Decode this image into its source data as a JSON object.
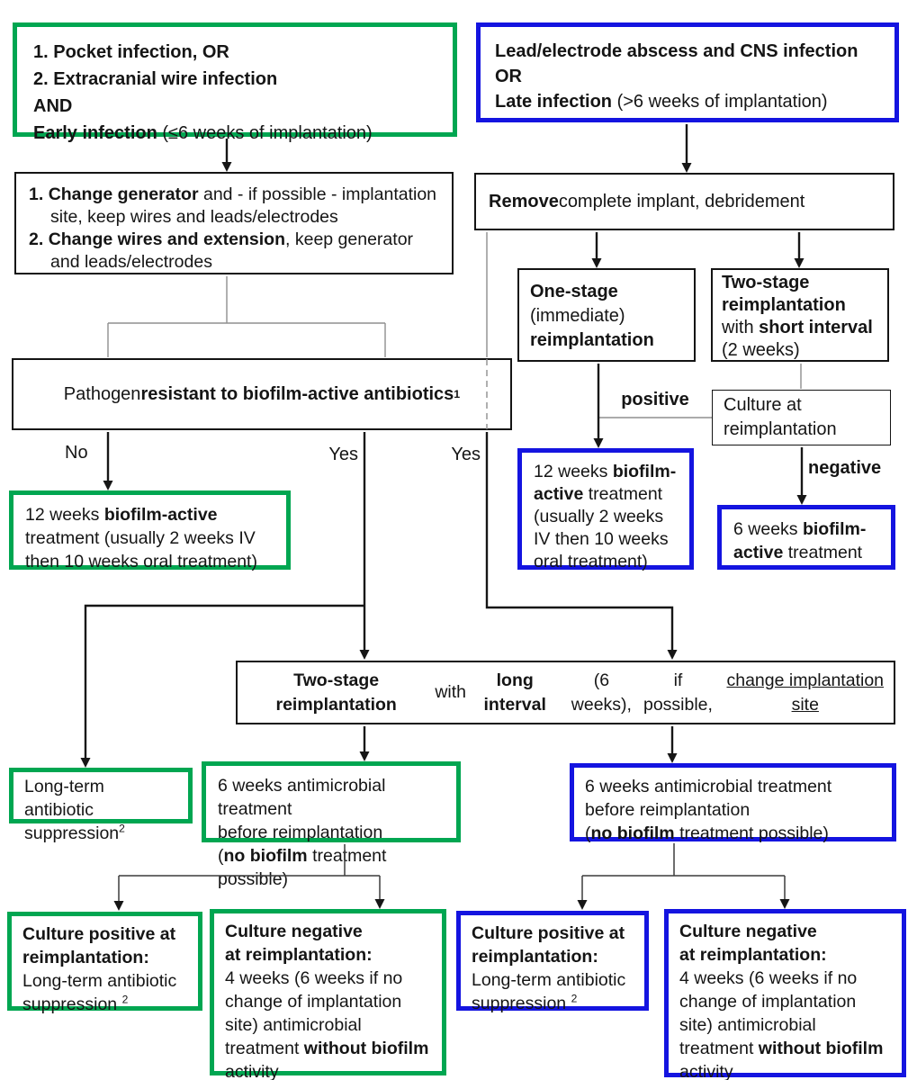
{
  "title": "Implant infection management flowchart",
  "colors": {
    "green": "#00A651",
    "blue": "#1414E0",
    "box_border_black": "#141414",
    "connector_gray": "#8f8f8f"
  },
  "labels": {
    "no": "No",
    "yes_left": "Yes",
    "yes_right": "Yes",
    "positive": "positive",
    "negative": "negative"
  },
  "nodes": {
    "early_infection": {
      "segments": [
        {
          "t": "1. Pocket infection, OR",
          "b": true
        },
        {
          "br": true
        },
        {
          "t": "2. Extracranial wire infection",
          "b": true
        },
        {
          "br": true
        },
        {
          "t": "AND",
          "b": true
        },
        {
          "br": true
        },
        {
          "t": "Early infection",
          "b": true
        },
        {
          "t": " (≤6 weeks of implantation)"
        }
      ]
    },
    "late_infection": {
      "segments": [
        {
          "t": "Lead/electrode abscess and CNS infection",
          "b": true
        },
        {
          "br": true
        },
        {
          "t": "OR",
          "b": true
        },
        {
          "br": true
        },
        {
          "t": "Late infection",
          "b": true
        },
        {
          "t": " (>6 weeks of implantation)"
        }
      ]
    },
    "partial_exchange_item1": {
      "segments": [
        {
          "t": "1. ",
          "b": true
        },
        {
          "t": "Change generator",
          "b": true
        },
        {
          "t": " and - if possible - implantation site, keep wires and leads/electrodes"
        }
      ]
    },
    "partial_exchange_item2": {
      "segments": [
        {
          "t": "2. ",
          "b": true
        },
        {
          "t": "Change wires and extension",
          "b": true
        },
        {
          "t": ", keep generator and leads/electrodes"
        }
      ]
    },
    "remove_implant": {
      "segments": [
        {
          "t": "Remove",
          "b": true
        },
        {
          "t": " complete implant, debridement"
        }
      ]
    },
    "one_stage": {
      "segments": [
        {
          "t": "One-stage",
          "b": true
        },
        {
          "br": true
        },
        {
          "t": "(immediate)"
        },
        {
          "br": true
        },
        {
          "t": "reimplantation",
          "b": true
        }
      ]
    },
    "two_stage_short": {
      "segments": [
        {
          "t": "Two-stage",
          "b": true
        },
        {
          "br": true
        },
        {
          "t": "reimplantation",
          "b": true
        },
        {
          "br": true
        },
        {
          "t": "with "
        },
        {
          "t": "short interval",
          "b": true
        },
        {
          "br": true
        },
        {
          "t": "(2 weeks)"
        }
      ]
    },
    "culture_at_reimplantation": {
      "segments": [
        {
          "t": "Culture at"
        },
        {
          "br": true
        },
        {
          "t": "reimplantation"
        }
      ]
    },
    "pathogen_resistant": {
      "segments": [
        {
          "t": "Pathogen "
        },
        {
          "t": "resistant to biofilm-active antibiotics",
          "b": true
        },
        {
          "t": "1",
          "b": true,
          "sup": true
        }
      ]
    },
    "treatment_12w_green": {
      "segments": [
        {
          "t": "12 weeks "
        },
        {
          "t": "biofilm-active",
          "b": true
        },
        {
          "t": " treatment (usually 2 weeks IV then 10 weeks oral treatment)"
        }
      ]
    },
    "treatment_12w_blue": {
      "segments": [
        {
          "t": "12 weeks "
        },
        {
          "t": "biofilm-active",
          "b": true
        },
        {
          "t": " treatment (usually 2 weeks IV then 10 weeks oral treatment)"
        }
      ]
    },
    "treatment_6w_biofilm": {
      "segments": [
        {
          "t": "6 weeks "
        },
        {
          "t": "biofilm-active",
          "b": true
        },
        {
          "t": " treatment"
        }
      ]
    },
    "two_stage_long": {
      "segments": [
        {
          "t": "Two-stage reimplantation",
          "b": true
        },
        {
          "t": " with "
        },
        {
          "t": "long interval",
          "b": true
        },
        {
          "t": " (6 weeks),"
        },
        {
          "br": true
        },
        {
          "t": "if possible, "
        },
        {
          "t": "change implantation site",
          "u": true
        }
      ]
    },
    "long_term_suppression": {
      "segments": [
        {
          "t": "Long-term antibiotic suppression"
        },
        {
          "t": "2",
          "sup": true
        }
      ]
    },
    "pre_reimplant_6w_green": {
      "segments": [
        {
          "t": "6 weeks antimicrobial treatment"
        },
        {
          "br": true
        },
        {
          "t": "before reimplantation"
        },
        {
          "br": true
        },
        {
          "t": "("
        },
        {
          "t": "no biofilm",
          "b": true
        },
        {
          "t": " treatment possible)"
        }
      ]
    },
    "pre_reimplant_6w_blue": {
      "segments": [
        {
          "t": "6 weeks antimicrobial treatment"
        },
        {
          "br": true
        },
        {
          "t": "before reimplantation"
        },
        {
          "br": true
        },
        {
          "t": "("
        },
        {
          "t": "no biofilm",
          "b": true
        },
        {
          "t": " treatment possible)"
        }
      ]
    },
    "culture_positive_green": {
      "segments": [
        {
          "t": "Culture positive at",
          "b": true
        },
        {
          "br": true
        },
        {
          "t": "reimplantation:",
          "b": true
        },
        {
          "br": true
        },
        {
          "t": "Long-term antibiotic"
        },
        {
          "br": true
        },
        {
          "t": "suppression "
        },
        {
          "t": "2",
          "sup": true
        }
      ]
    },
    "culture_negative_green": {
      "segments": [
        {
          "t": "Culture negative",
          "b": true
        },
        {
          "br": true
        },
        {
          "t": "at reimplantation:",
          "b": true
        },
        {
          "br": true
        },
        {
          "t": "4 weeks (6 weeks if no change of implantation site) antimicrobial treatment "
        },
        {
          "t": "without biofilm",
          "b": true
        },
        {
          "t": " activity"
        }
      ]
    },
    "culture_positive_blue": {
      "segments": [
        {
          "t": "Culture positive at",
          "b": true
        },
        {
          "br": true
        },
        {
          "t": "reimplantation:",
          "b": true
        },
        {
          "br": true
        },
        {
          "t": "Long-term antibiotic"
        },
        {
          "br": true
        },
        {
          "t": "suppression "
        },
        {
          "t": "2",
          "sup": true
        }
      ]
    },
    "culture_negative_blue": {
      "segments": [
        {
          "t": "Culture negative",
          "b": true
        },
        {
          "br": true
        },
        {
          "t": "at reimplantation:",
          "b": true
        },
        {
          "br": true
        },
        {
          "t": "4 weeks (6 weeks if no change of implantation site) antimicrobial treatment "
        },
        {
          "t": "without biofilm",
          "b": true
        },
        {
          "t": " activity"
        }
      ]
    }
  }
}
